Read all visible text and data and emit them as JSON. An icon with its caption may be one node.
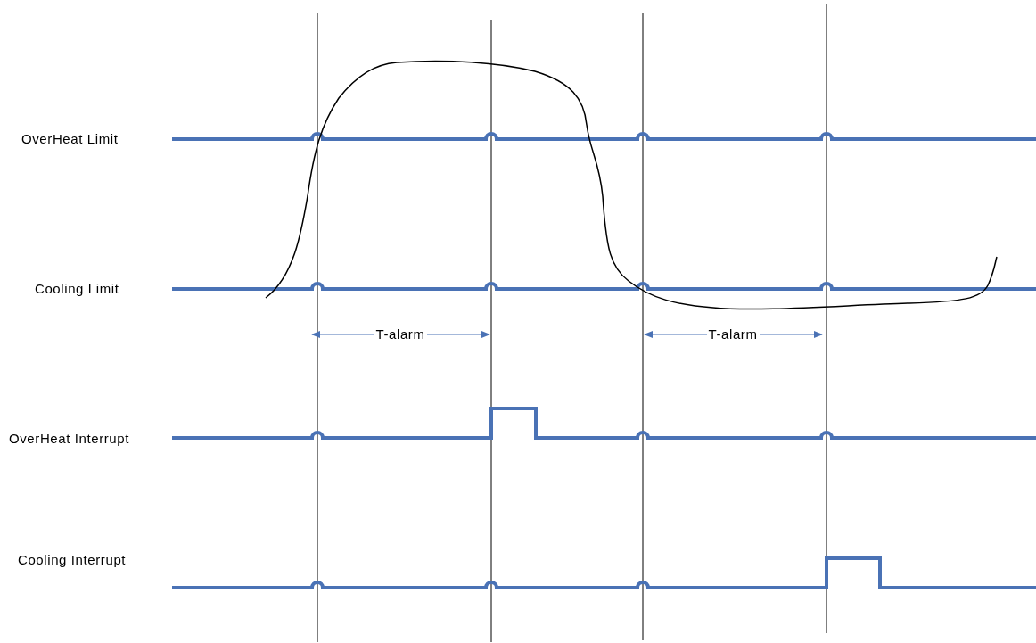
{
  "diagram": {
    "labels": [
      "OverHeat Limit",
      "Cooling Limit",
      "T-alarm",
      "T-alarm",
      "OverHeat Interrupt",
      "Cooling Interrupt"
    ]
  }
}
